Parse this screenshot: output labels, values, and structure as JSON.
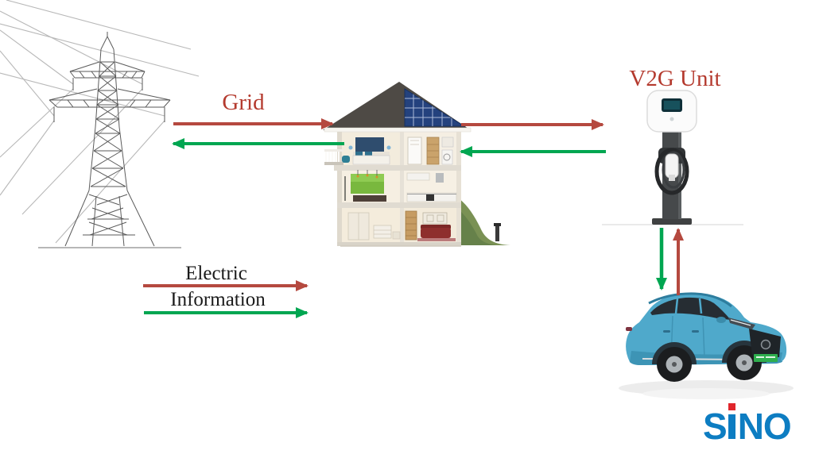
{
  "labels": {
    "grid": "Grid",
    "v2g_unit": "V2G Unit"
  },
  "legend": {
    "electric_label": "Electric",
    "information_label": "Information"
  },
  "logo": {
    "full_text": "SiNO",
    "part_s": "S",
    "part_no": "NO"
  },
  "colors": {
    "electric_red": "#b5493f",
    "information_green": "#00a651",
    "label_red": "#b43a2e",
    "legend_text": "#1a1a1a",
    "logo_blue": "#0d7dc2",
    "logo_dot_red": "#e0262c",
    "car_blue": "#4fa9cb",
    "solar_panel_blue": "#24427e",
    "license_plate_green": "#2fae4e"
  },
  "nodes": [
    {
      "id": "power-grid-tower"
    },
    {
      "id": "smart-home"
    },
    {
      "id": "v2g-charging-unit"
    },
    {
      "id": "electric-vehicle"
    }
  ],
  "flows": [
    {
      "from": "power-grid-tower",
      "to": "smart-home",
      "type": "electric"
    },
    {
      "from": "smart-home",
      "to": "power-grid-tower",
      "type": "information"
    },
    {
      "from": "smart-home",
      "to": "v2g-charging-unit",
      "type": "electric"
    },
    {
      "from": "v2g-charging-unit",
      "to": "smart-home",
      "type": "information"
    },
    {
      "from": "v2g-charging-unit",
      "to": "electric-vehicle",
      "type": "information"
    },
    {
      "from": "electric-vehicle",
      "to": "v2g-charging-unit",
      "type": "electric"
    }
  ]
}
